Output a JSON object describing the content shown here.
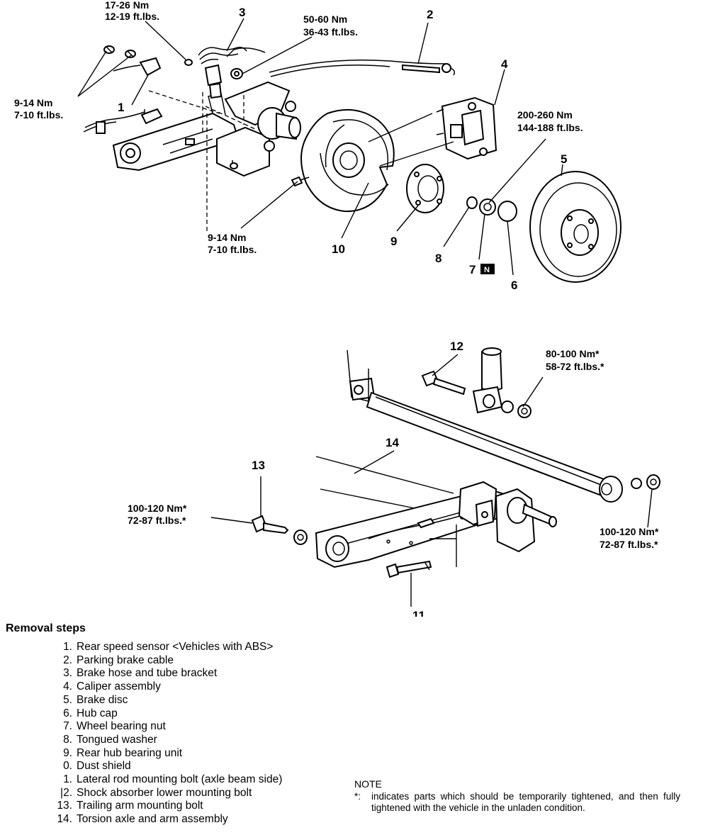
{
  "callouts": {
    "c1": "1",
    "c2": "2",
    "c3": "3",
    "c4": "4",
    "c5": "5",
    "c6": "6",
    "c7": "7",
    "c8": "8",
    "c9": "9",
    "c10": "10",
    "c11": "11",
    "c12": "12",
    "c13": "13",
    "c14": "14",
    "n_badge": "N"
  },
  "torques": {
    "t1": {
      "nm": "17-26 Nm",
      "ft": "12-19 ft.lbs."
    },
    "t2": {
      "nm": "50-60 Nm",
      "ft": "36-43 ft.lbs."
    },
    "t3": {
      "nm": "9-14 Nm",
      "ft": "7-10 ft.lbs."
    },
    "t4": {
      "nm": "200-260 Nm",
      "ft": "144-188 ft.lbs."
    },
    "t5": {
      "nm": "9-14 Nm",
      "ft": "7-10 ft.lbs."
    },
    "t6": {
      "nm": "80-100 Nm*",
      "ft": "58-72 ft.lbs.*"
    },
    "t7": {
      "nm": "100-120 Nm*",
      "ft": "72-87 ft.lbs.*"
    },
    "t8": {
      "nm": "100-120 Nm*",
      "ft": "72-87 ft.lbs.*"
    }
  },
  "removal_steps": {
    "title": "Removal steps",
    "items": [
      {
        "num": "1.",
        "text": "Rear speed sensor <Vehicles with ABS>"
      },
      {
        "num": "2.",
        "text": "Parking brake cable"
      },
      {
        "num": "3.",
        "text": "Brake hose and tube bracket"
      },
      {
        "num": "4.",
        "text": "Caliper assembly"
      },
      {
        "num": "5.",
        "text": "Brake disc"
      },
      {
        "num": "6.",
        "text": "Hub cap"
      },
      {
        "num": "7.",
        "text": "Wheel bearing nut"
      },
      {
        "num": "8.",
        "text": "Tongued washer"
      },
      {
        "num": "9.",
        "text": "Rear hub bearing unit"
      },
      {
        "num": "0.",
        "text": "Dust shield"
      },
      {
        "num": "1.",
        "text": "Lateral rod mounting bolt (axle beam side)"
      },
      {
        "num": "|2.",
        "text": "Shock absorber lower mounting bolt"
      },
      {
        "num": "13.",
        "text": "Trailing arm mounting bolt"
      },
      {
        "num": "14.",
        "text": "Torsion axle and arm assembly"
      }
    ]
  },
  "note": {
    "title": "NOTE",
    "marker": "*:",
    "text": "indicates parts which should be temporarily tightened, and then fully tightened with the vehicle in the unladen condition."
  }
}
